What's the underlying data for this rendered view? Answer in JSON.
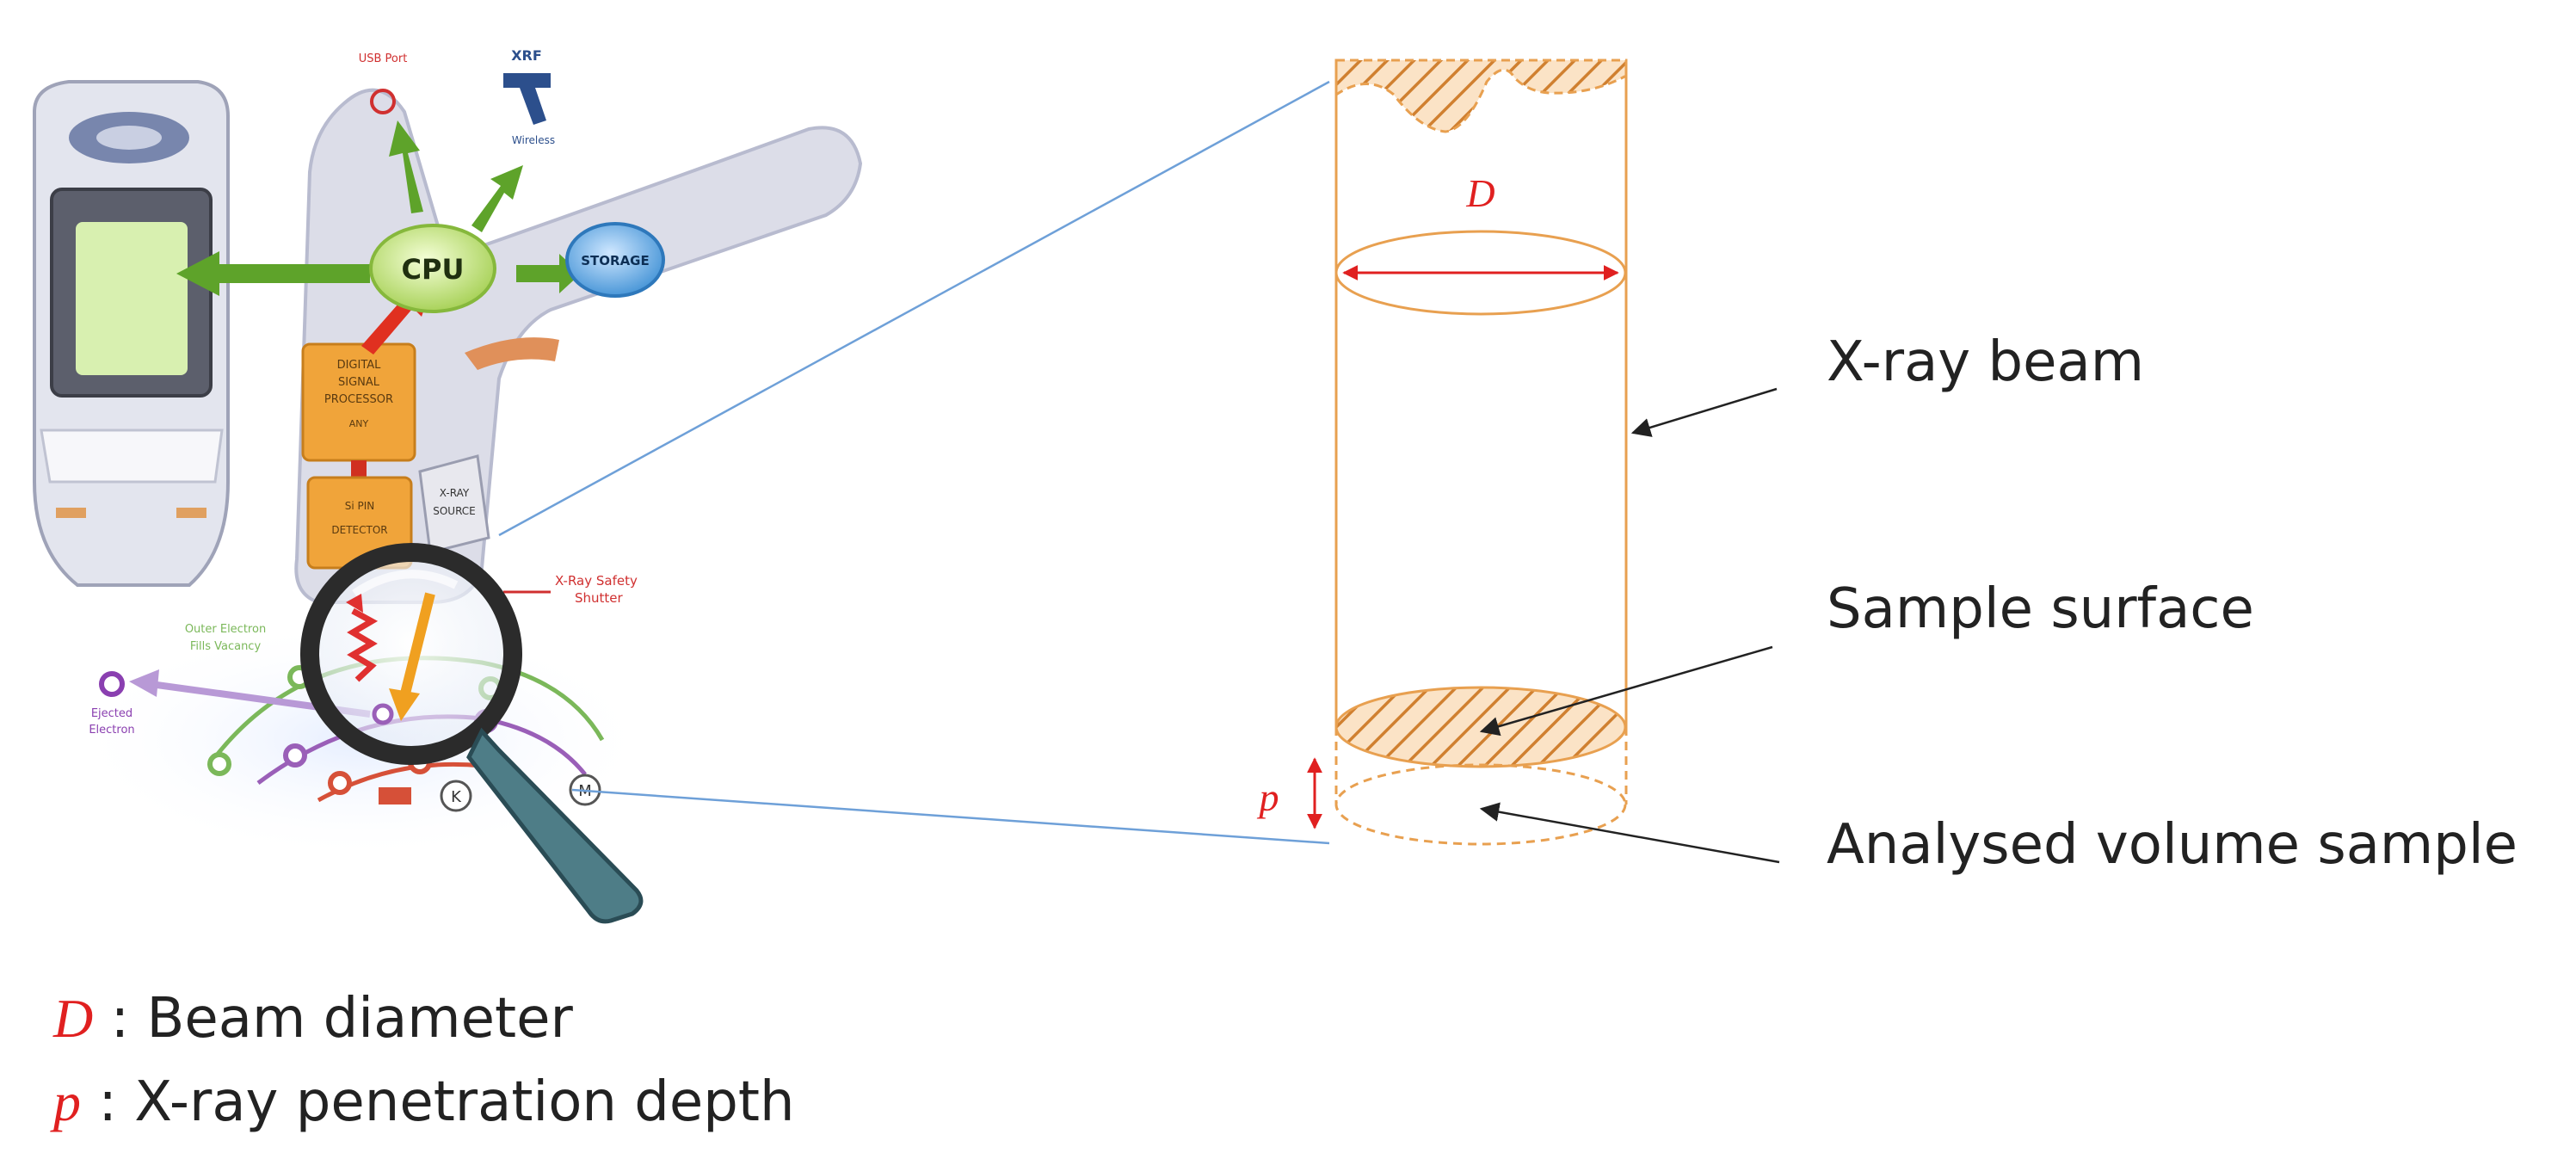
{
  "device": {
    "cpu_label": "CPU",
    "storage_label": "STORAGE",
    "dsp_label_1": "DIGITAL",
    "dsp_label_2": "SIGNAL",
    "dsp_label_3": "PROCESSOR",
    "dsp_label_4": "ANY",
    "detector_label_1": "Si PIN",
    "detector_label_2": "DETECTOR",
    "source_label_1": "X-RAY",
    "source_label_2": "SOURCE",
    "usb_label": "USB Port",
    "wireless_label": "Wireless",
    "wireless_top_label": "XRF",
    "safety_label_1": "X-Ray Safety",
    "safety_label_2": "Shutter",
    "outer_label_1": "Outer Electron",
    "outer_label_2": "Fills Vacancy",
    "ejected_label_1": "Ejected",
    "ejected_label_2": "Electron",
    "shell_k": "K",
    "shell_m": "M"
  },
  "beam": {
    "d_symbol": "D",
    "p_symbol": "p",
    "xray_beam_label": "X-ray beam",
    "sample_surface_label": "Sample surface",
    "analysed_volume_label": "Analysed volume sample"
  },
  "legend": {
    "d_symbol": "D",
    "d_text": " : Beam diameter",
    "p_symbol": "p",
    "p_text": " : X-ray penetration depth"
  },
  "colors": {
    "beam_orange": "#e8a050",
    "red": "#e02020",
    "green_arrow": "#5ea32a",
    "connector_blue": "#6ea0d8",
    "device_body": "#dcdde8"
  }
}
